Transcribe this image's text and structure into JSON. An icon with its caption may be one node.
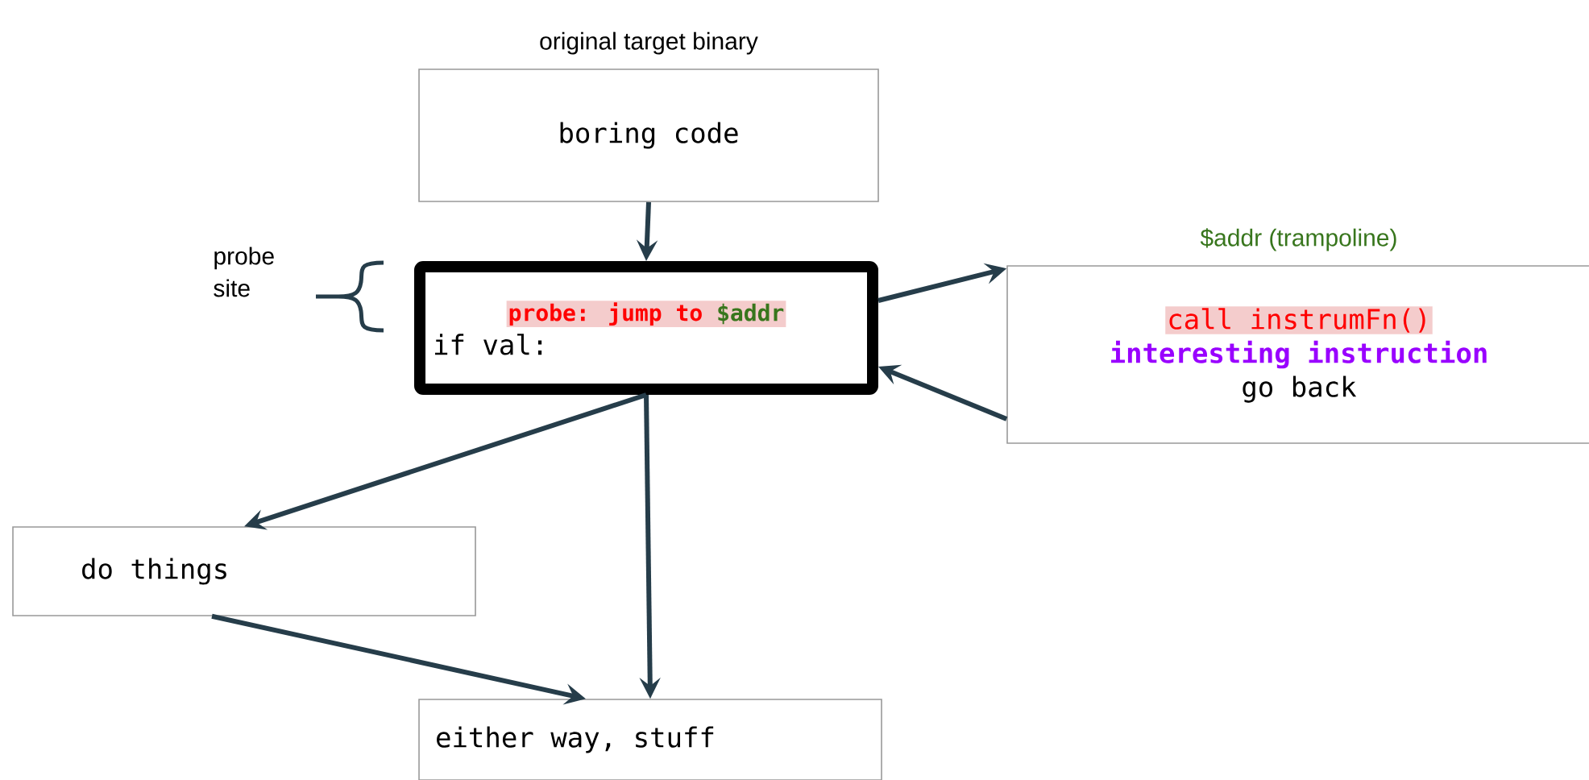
{
  "diagram": {
    "nodes": [
      {
        "text": [
          "original target binary",
          "boring code"
        ]
      },
      {
        "text": [
          "probe: jump to",
          "$addr",
          "if val:"
        ]
      },
      {
        "text": [
          "$addr (trampoline)",
          "call instrumFn()",
          "interesting instruction",
          "go back"
        ]
      },
      {
        "text": [
          "do things"
        ]
      },
      {
        "text": [
          "either way, stuff"
        ]
      }
    ],
    "edges": [
      {
        "from": 0,
        "to": 1,
        "arrow": "to"
      },
      {
        "from": 1,
        "to": 2,
        "arrow": "to"
      },
      {
        "from": 2,
        "to": 1,
        "arrow": "to"
      },
      {
        "from": 1,
        "to": 3,
        "arrow": "to"
      },
      {
        "from": 1,
        "to": 4,
        "arrow": "to"
      },
      {
        "from": 3,
        "to": 4,
        "arrow": "to"
      }
    ],
    "labels": [
      "probe site"
    ]
  }
}
